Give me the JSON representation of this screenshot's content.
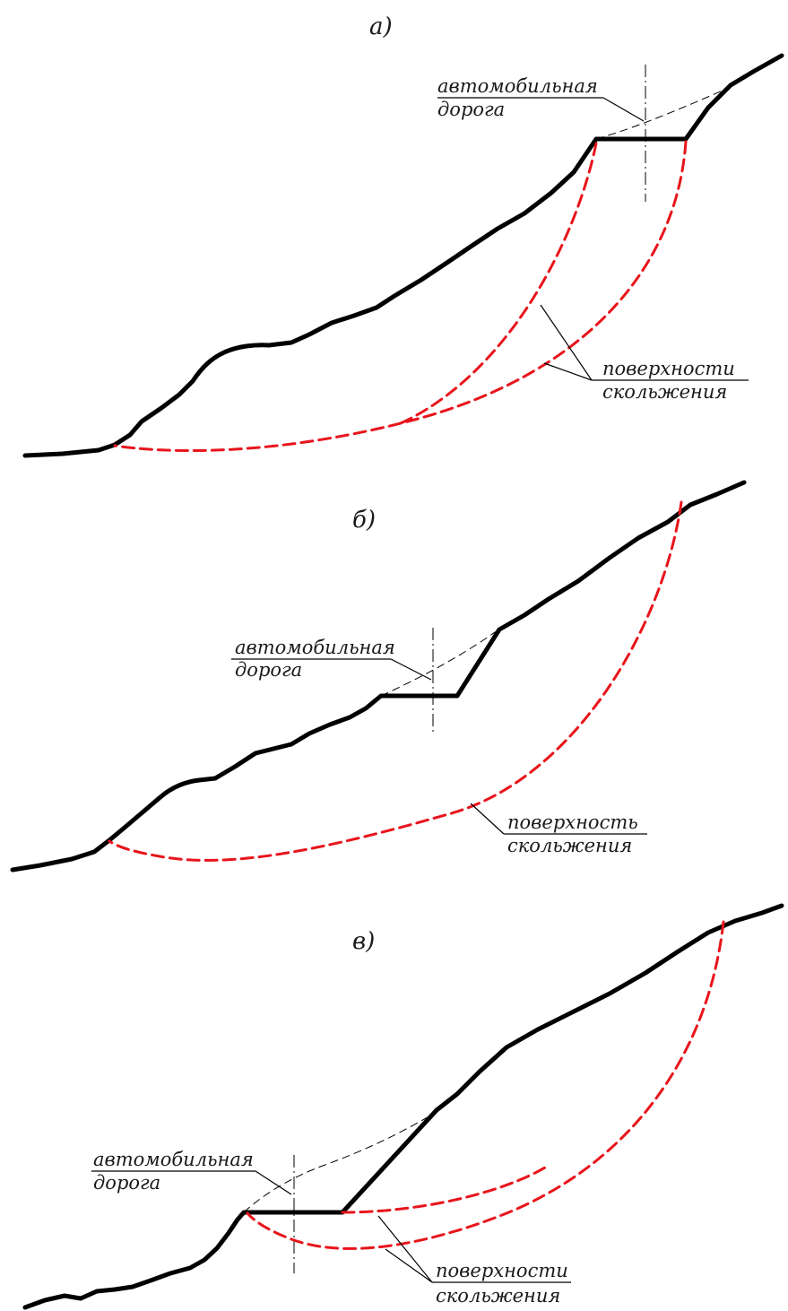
{
  "colors": {
    "ground": "#000000",
    "slip_surface": "#e8141b",
    "text": "#1a1a1a",
    "background": "#ffffff"
  },
  "panels": [
    {
      "id": "a",
      "label": "а)",
      "road_label": {
        "line1": "автомобильная",
        "line2": "дорога"
      },
      "slip_label": {
        "line1": "поверхности",
        "line2": "скольжения"
      }
    },
    {
      "id": "b",
      "label": "б)",
      "road_label": {
        "line1": "автомобильная",
        "line2": "дорога"
      },
      "slip_label": {
        "line1": "поверхность",
        "line2": "скольжения"
      }
    },
    {
      "id": "c",
      "label": "в)",
      "road_label": {
        "line1": "автомобильная",
        "line2": "дорога"
      },
      "slip_label": {
        "line1": "поверхности",
        "line2": "скольжения"
      }
    }
  ]
}
